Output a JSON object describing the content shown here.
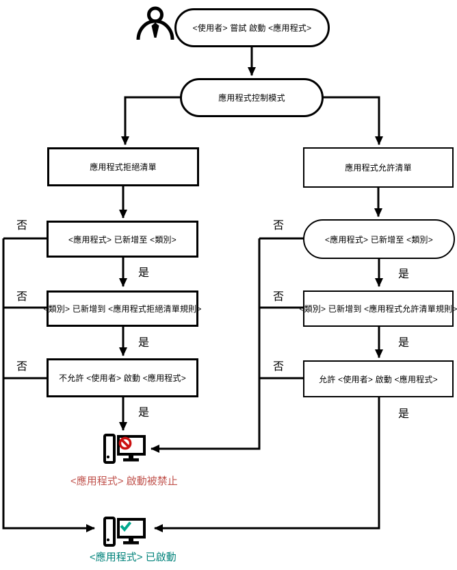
{
  "flowchart": {
    "nodes": {
      "start": "<使用者> 嘗試 啟動 <應用程式>",
      "mode": "應用程式控制模式",
      "denylist": "應用程式拒絕清單",
      "allowlist": "應用程式允許清單",
      "deny_category": "<應用程式> 已新增至 <類別>",
      "deny_rule": "<類別> 已新增到 <應用程式拒絕清單規則>",
      "deny_action": "不允許 <使用者> 啟動 <應用程式>",
      "allow_category": "<應用程式> 已新增至 <類別>",
      "allow_rule": "<類別> 已新增到 <應用程式允許清單規則>",
      "allow_action": "允許 <使用者> 啟動 <應用程式>"
    },
    "branch_labels": {
      "no": "否",
      "yes": "是"
    },
    "outcomes": {
      "blocked": "<應用程式> 啟動被禁止",
      "started": "<應用程式> 已啟動"
    },
    "icons": {
      "person": "person-icon",
      "blocked": "computer-blocked-icon",
      "started": "computer-started-icon"
    },
    "colors": {
      "line": "#000000",
      "blocked_text": "#c0524c",
      "started_text": "#00827a",
      "prohibit_icon": "#cc1111",
      "check_icon": "#00a88e"
    }
  }
}
